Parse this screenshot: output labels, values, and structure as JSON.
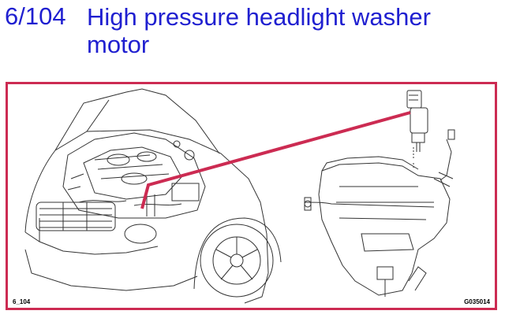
{
  "header": {
    "code": "6/104",
    "title": "High pressure headlight washer motor"
  },
  "figure": {
    "left_ref": "6_104",
    "right_ref": "G035014",
    "icons": [
      "car-engine-bay-illustration",
      "washer-reservoir-illustration",
      "washer-motor-illustration"
    ]
  },
  "colors": {
    "title": "#1f1fd0",
    "frame": "#cc2b52",
    "pointer": "#cc2b52"
  }
}
